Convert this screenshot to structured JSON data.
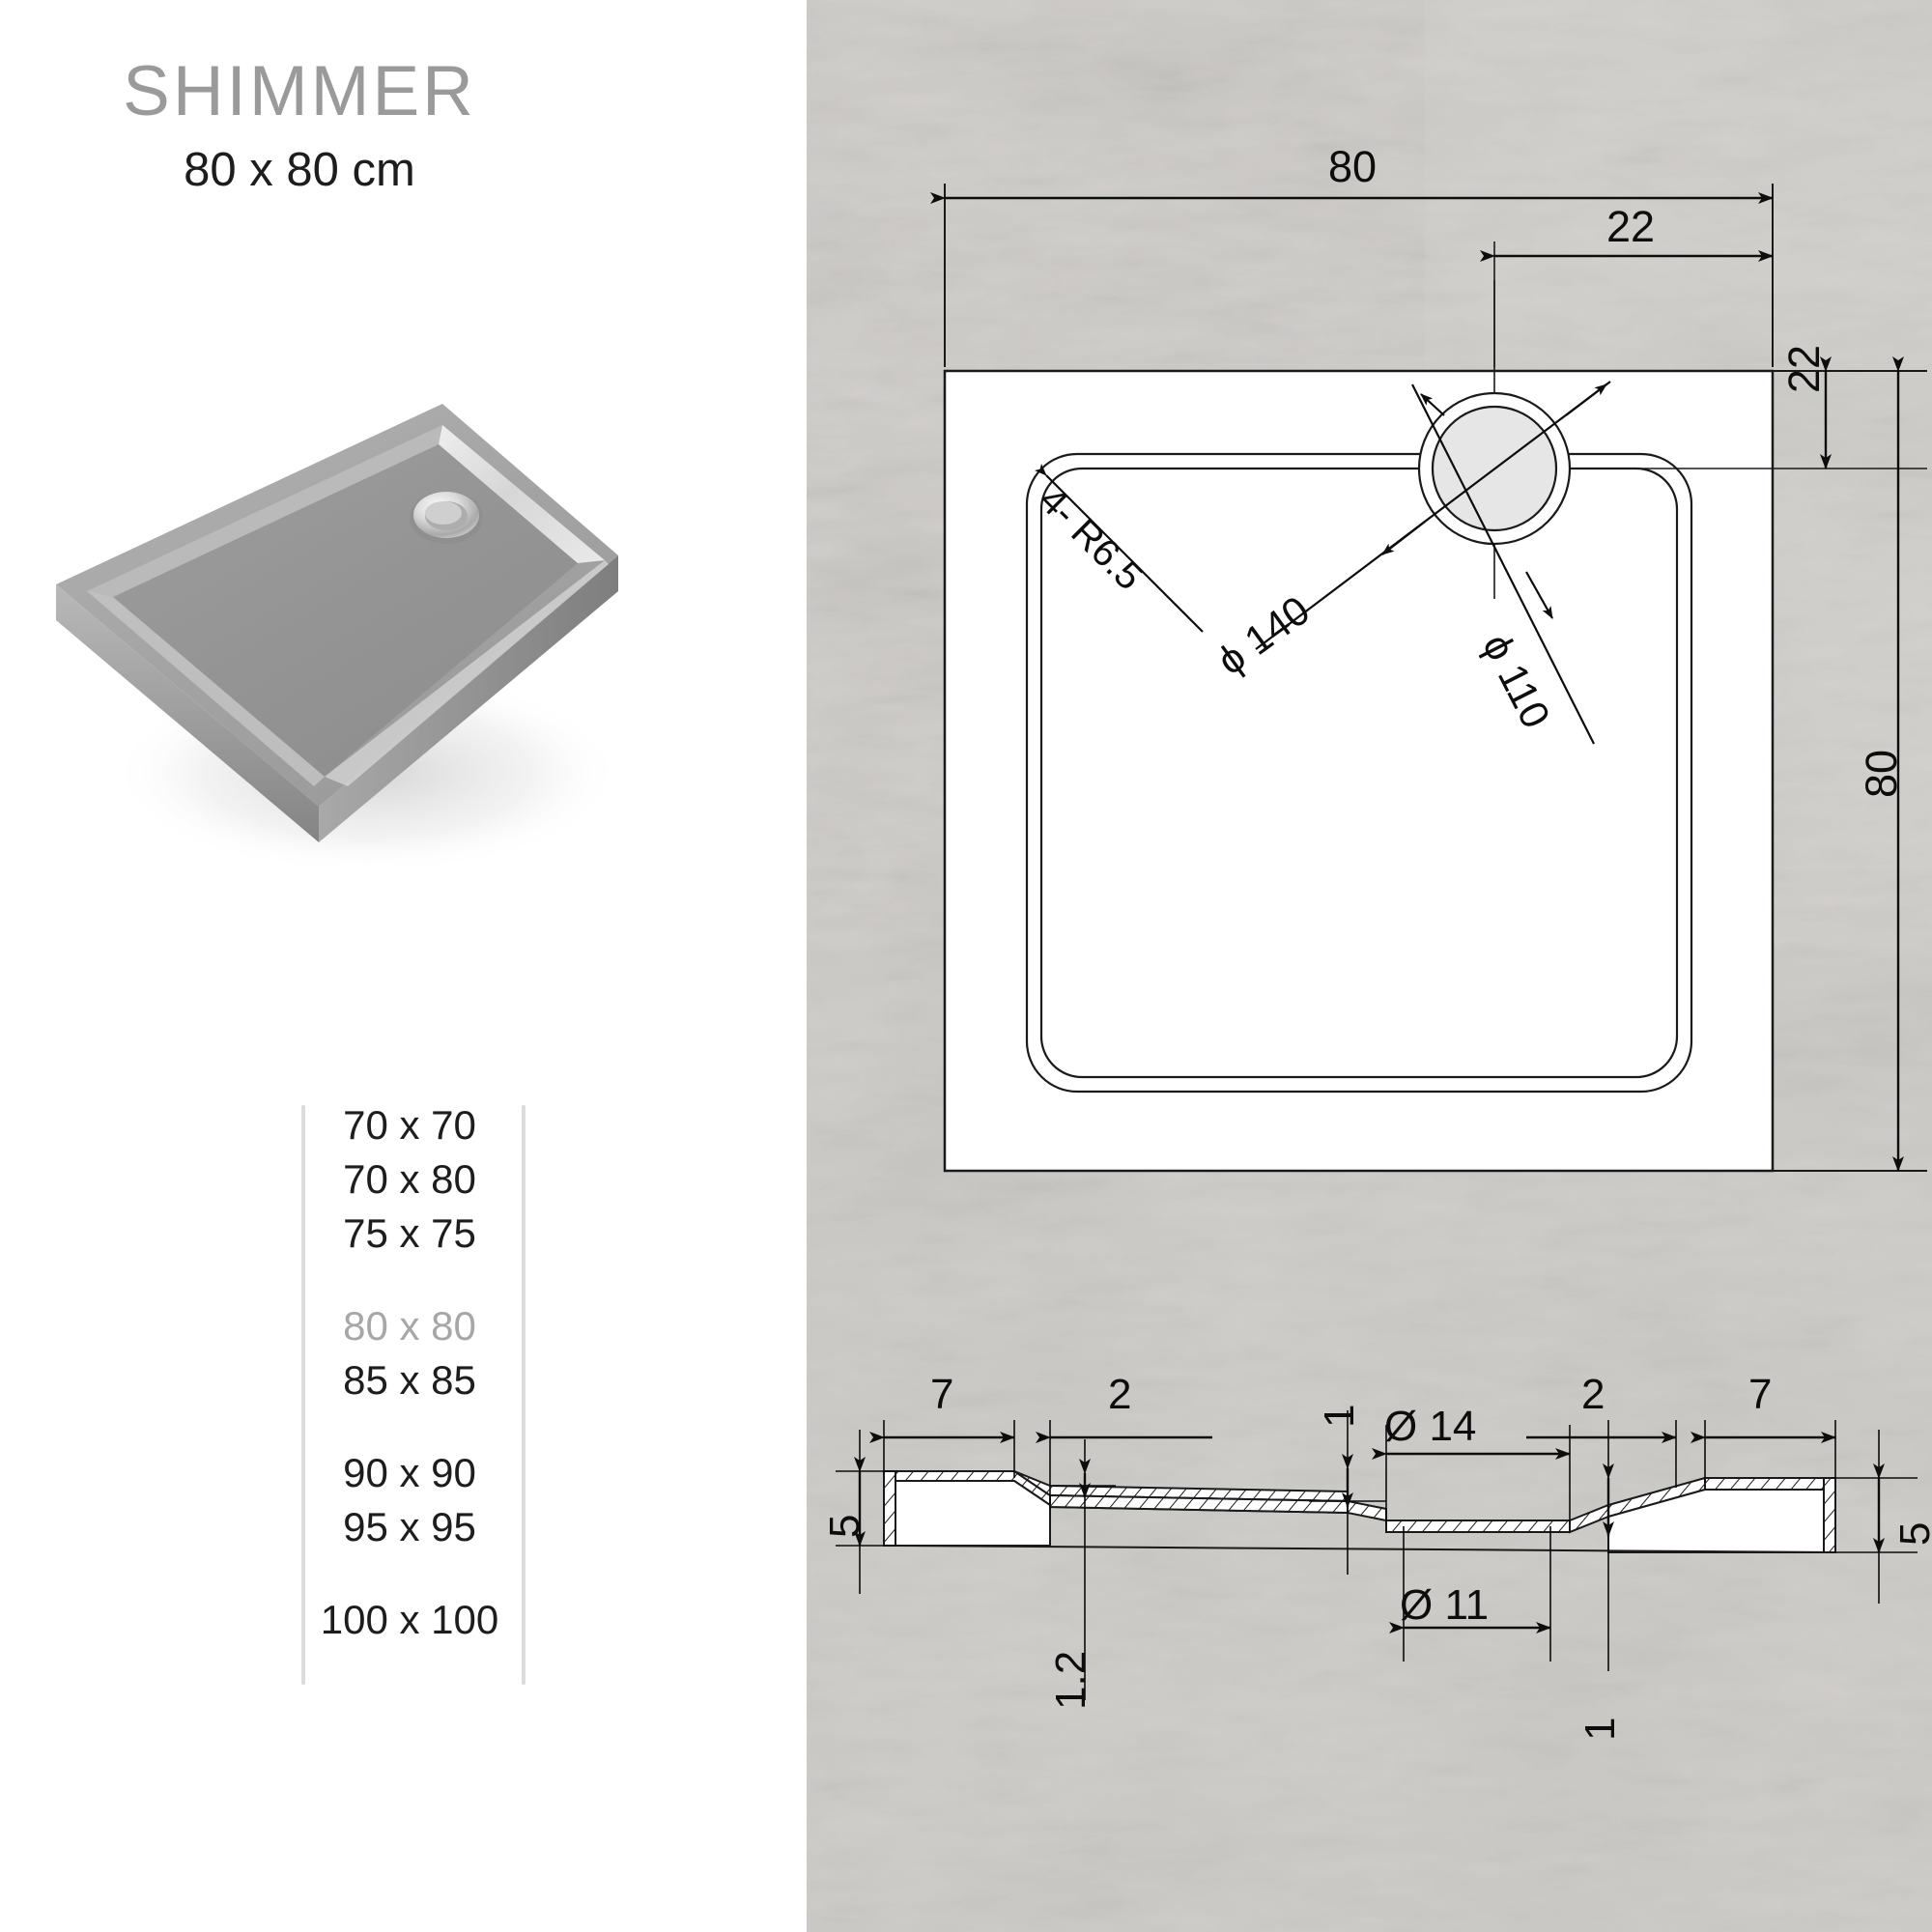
{
  "product": {
    "name": "SHIMMER",
    "size_label": "80 x 80 cm",
    "photo_alt": "shower-tray-3d-render"
  },
  "size_options": [
    {
      "label": "70 x 70",
      "selected": false,
      "group": 1
    },
    {
      "label": "70 x 80",
      "selected": false,
      "group": 1
    },
    {
      "label": "75 x 75",
      "selected": false,
      "group": 1
    },
    {
      "label": "80 x 80",
      "selected": true,
      "group": 2
    },
    {
      "label": "85 x 85",
      "selected": false,
      "group": 2
    },
    {
      "label": "90 x 90",
      "selected": false,
      "group": 3
    },
    {
      "label": "95 x 95",
      "selected": false,
      "group": 3
    },
    {
      "label": "100 x 100",
      "selected": false,
      "group": 4
    }
  ],
  "plan_view": {
    "dim_top_overall": "80",
    "dim_top_drain_offset": "22",
    "dim_right_drain_offset": "22",
    "dim_right_overall": "80",
    "corner_radius_label": "4- R6.5",
    "drain_outer_label": "ϕ 140",
    "drain_inner_label": "ϕ 110"
  },
  "section_view": {
    "left_edge_height": "5",
    "right_edge_height": "5",
    "left_flange_width": "7",
    "left_step_width": "2",
    "right_step_width": "2",
    "right_flange_width": "7",
    "left_thickness": "1.2",
    "center_thickness_left": "1",
    "center_thickness_right": "1",
    "drain_outer_dia": "Ø 14",
    "drain_inner_dia": "Ø 11"
  },
  "colors": {
    "title_gray": "#9a9a9a",
    "text_black": "#1d1d1d",
    "selected_gray": "#a7a7a7",
    "rule_gray": "#dcdcdc",
    "panel_texture": "#cecbc8",
    "drawing_white": "#ffffff",
    "drain_fill": "#e6e6e6",
    "line_black": "#0d0d0d"
  }
}
